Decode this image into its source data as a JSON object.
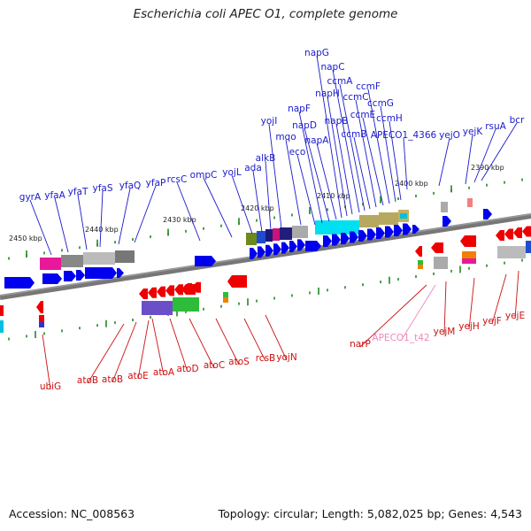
{
  "title": "Escherichia coli APEC O1, complete genome",
  "footer": {
    "accession": "Accession: NC_008563",
    "stats": "Topology: circular; Length: 5,082,025 bp; Genes: 4,543"
  },
  "colors": {
    "forward_label": "#1a1acc",
    "reverse_label": "#cc1111",
    "trna_label": "#ee88bb",
    "forward_gene": "#0000ee",
    "reverse_gene": "#ee0000",
    "backbone": "#6e6e6e",
    "tick": "#228822"
  },
  "kbp_marks": [
    "2390 kbp",
    "2400 kbp",
    "2410 kbp",
    "2420 kbp",
    "2430 kbp",
    "2440 kbp",
    "2450 kbp"
  ],
  "forward_genes": [
    "bcr",
    "rsuA",
    "yejK",
    "yejO",
    "APECO1_4366",
    "ccmH",
    "ccmG",
    "ccmF",
    "ccmE",
    "ccmC",
    "ccmB",
    "ccmA",
    "napC",
    "napB",
    "napH",
    "napG",
    "napA",
    "napD",
    "napF",
    "eco",
    "mqo",
    "yojI",
    "alkB",
    "ada",
    "yojL",
    "ompC",
    "rcsC",
    "yfaP",
    "yfaQ",
    "yfaS",
    "yfaT",
    "yfaA",
    "gyrA"
  ],
  "reverse_genes": [
    "yejE",
    "yejF",
    "yejH",
    "yejM",
    "narP",
    "yojN",
    "rcsB",
    "atoS",
    "atoC",
    "atoD",
    "atoA",
    "atoE",
    "atoB",
    "atoB",
    "ubiG"
  ],
  "trna_genes": [
    "APECO1_t42"
  ]
}
